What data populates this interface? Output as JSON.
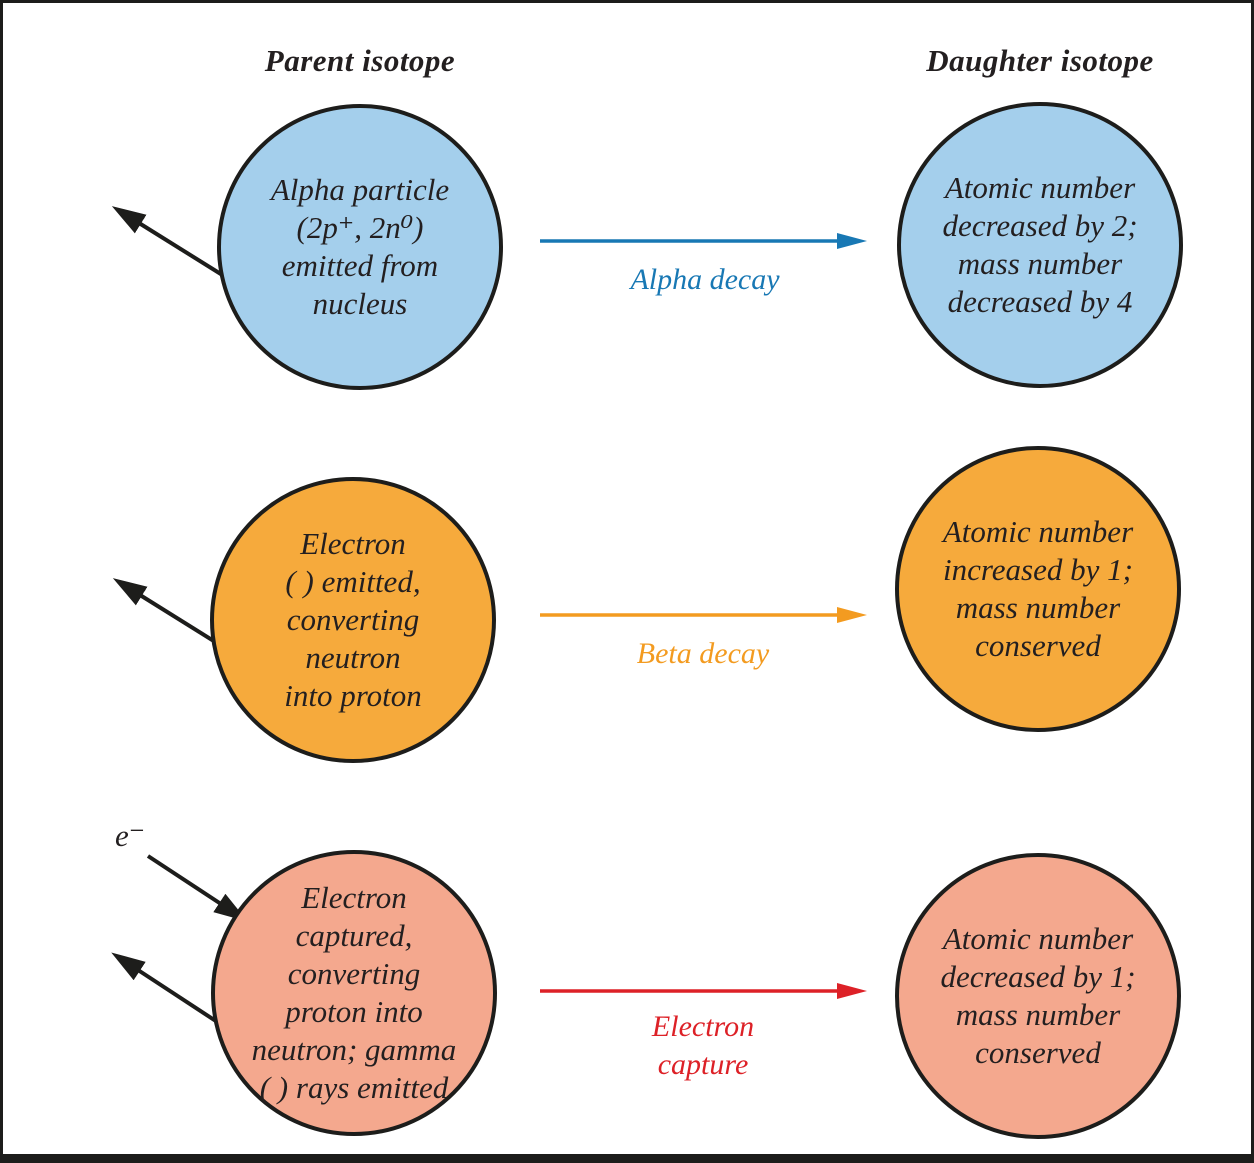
{
  "headers": {
    "parent": "Parent isotope",
    "daughter": "Daughter isotope"
  },
  "rows": [
    {
      "decay_label": "Alpha decay",
      "parent": {
        "lines": [
          "Alpha particle",
          "(2p⁺, 2n⁰)",
          "emitted from",
          "nucleus"
        ]
      },
      "daughter": {
        "lines": [
          "Atomic number",
          "decreased by 2;",
          "mass number",
          "decreased by 4"
        ]
      }
    },
    {
      "decay_label": "Beta decay",
      "parent": {
        "lines": [
          "Electron",
          "( ) emitted,",
          "converting",
          "neutron",
          "into proton"
        ]
      },
      "daughter": {
        "lines": [
          "Atomic number",
          "increased by 1;",
          "mass number",
          "conserved"
        ]
      }
    },
    {
      "decay_label": "Electron capture",
      "parent": {
        "lines": [
          "Electron",
          "captured,",
          "converting",
          "proton into",
          "neutron; gamma",
          "( ) rays emitted"
        ]
      },
      "daughter": {
        "lines": [
          "Atomic number",
          "decreased by 1;",
          "mass number",
          "conserved"
        ]
      }
    }
  ],
  "annotations": {
    "electron_label": "e⁻"
  },
  "colors": {
    "alpha_blue": "#1878b4",
    "beta_orange": "#f39b20",
    "capture_red": "#dd2127",
    "circle_blue": "#a4cfec",
    "circle_orange": "#f6aa3c",
    "circle_salmon": "#f4a88e",
    "outline_black": "#1d1d1b"
  }
}
